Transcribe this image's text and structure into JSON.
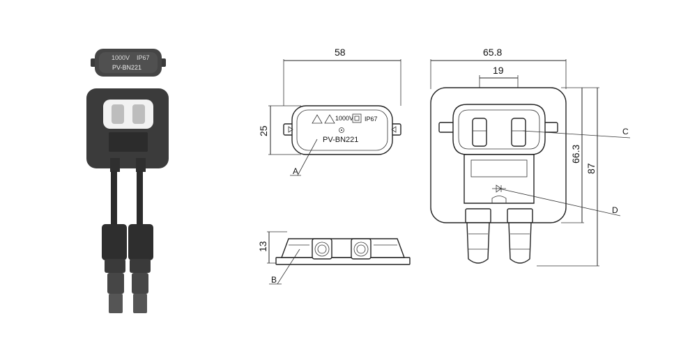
{
  "product_photo": {
    "cover_text_voltage": "1000V",
    "cover_text_rating": "IP67",
    "cover_text_model": "PV-BN221"
  },
  "top_view": {
    "width_dim": "58",
    "height_dim": "25",
    "voltage_text": "1000V",
    "ip_text": "IP67",
    "model_text": "PV-BN221",
    "callout_a": "A"
  },
  "side_view": {
    "height_dim": "13",
    "callout_b": "B"
  },
  "front_view": {
    "width_dim": "65.8",
    "pitch_dim": "19",
    "height_dim_inner": "66.3",
    "height_dim_outer": "87",
    "callout_c": "C",
    "callout_d": "D",
    "minus_sign": "−",
    "plus_sign": "+"
  }
}
